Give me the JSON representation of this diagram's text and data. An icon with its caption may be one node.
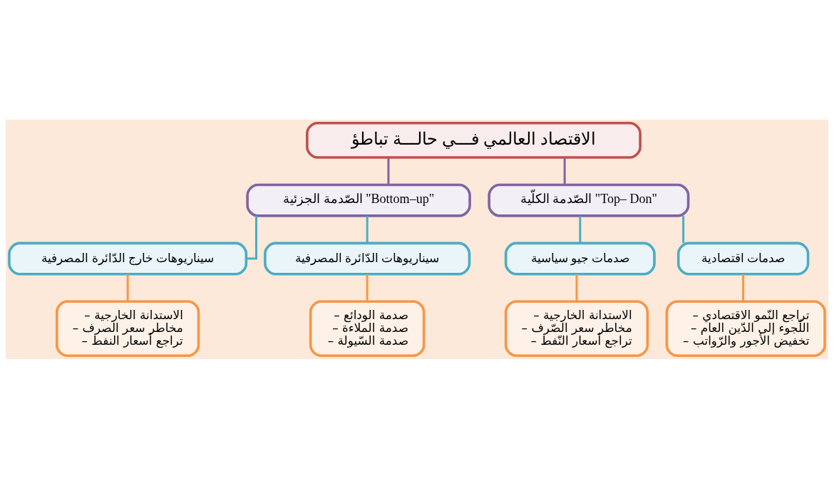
{
  "diagram": {
    "nodes": [
      {
        "text": [
          "الاقتصاد العالمي فـــي حالـــة تباطؤ"
        ]
      },
      {
        "text": [
          "الصّدمة الكلّية \"Top– Don\""
        ]
      },
      {
        "text": [
          "الصّدمة الجزئية \"Bottom–up\""
        ]
      },
      {
        "text": [
          "صدمات اقتصادية"
        ]
      },
      {
        "text": [
          "صدمات جيو سياسية"
        ]
      },
      {
        "text": [
          "سيناريوهات الدّائرة المصرفية"
        ]
      },
      {
        "text": [
          "سيناريوهات خارج الدّائرة المصرفية"
        ]
      },
      {
        "text": [
          "– تراجع النّمو الاقتصادي",
          "– اللّجوء إلى الدّين العام",
          "– تخفيض الأجور والرّواتب"
        ]
      },
      {
        "text": [
          "– الاستدانة الخارجية",
          "– مخاطر سعر الصّرف",
          "– تراجع أسعار النّفط"
        ]
      },
      {
        "text": [
          "– صدمة الودائع",
          "– صدمة الملاءة",
          "– صدمة السّيولة"
        ]
      },
      {
        "text": [
          "– الاستدانة الخارجية",
          "– مخاطر سعر الصرف",
          "– تراجع أسعار النفط"
        ]
      }
    ],
    "edges": [
      {
        "from": 0,
        "to": 1,
        "arrow": "none",
        "color": "#8064a2"
      },
      {
        "from": 0,
        "to": 2,
        "arrow": "none",
        "color": "#8064a2"
      },
      {
        "from": 1,
        "to": 3,
        "arrow": "none",
        "color": "#4bacc6"
      },
      {
        "from": 1,
        "to": 4,
        "arrow": "none",
        "color": "#4bacc6"
      },
      {
        "from": 2,
        "to": 5,
        "arrow": "none",
        "color": "#4bacc6"
      },
      {
        "from": 2,
        "to": 6,
        "arrow": "none",
        "color": "#4bacc6"
      },
      {
        "from": 3,
        "to": 7,
        "arrow": "none",
        "color": "#f79646"
      },
      {
        "from": 4,
        "to": 8,
        "arrow": "none",
        "color": "#f79646"
      },
      {
        "from": 5,
        "to": 9,
        "arrow": "none",
        "color": "#f79646"
      },
      {
        "from": 6,
        "to": 10,
        "arrow": "none",
        "color": "#f79646"
      }
    ]
  }
}
